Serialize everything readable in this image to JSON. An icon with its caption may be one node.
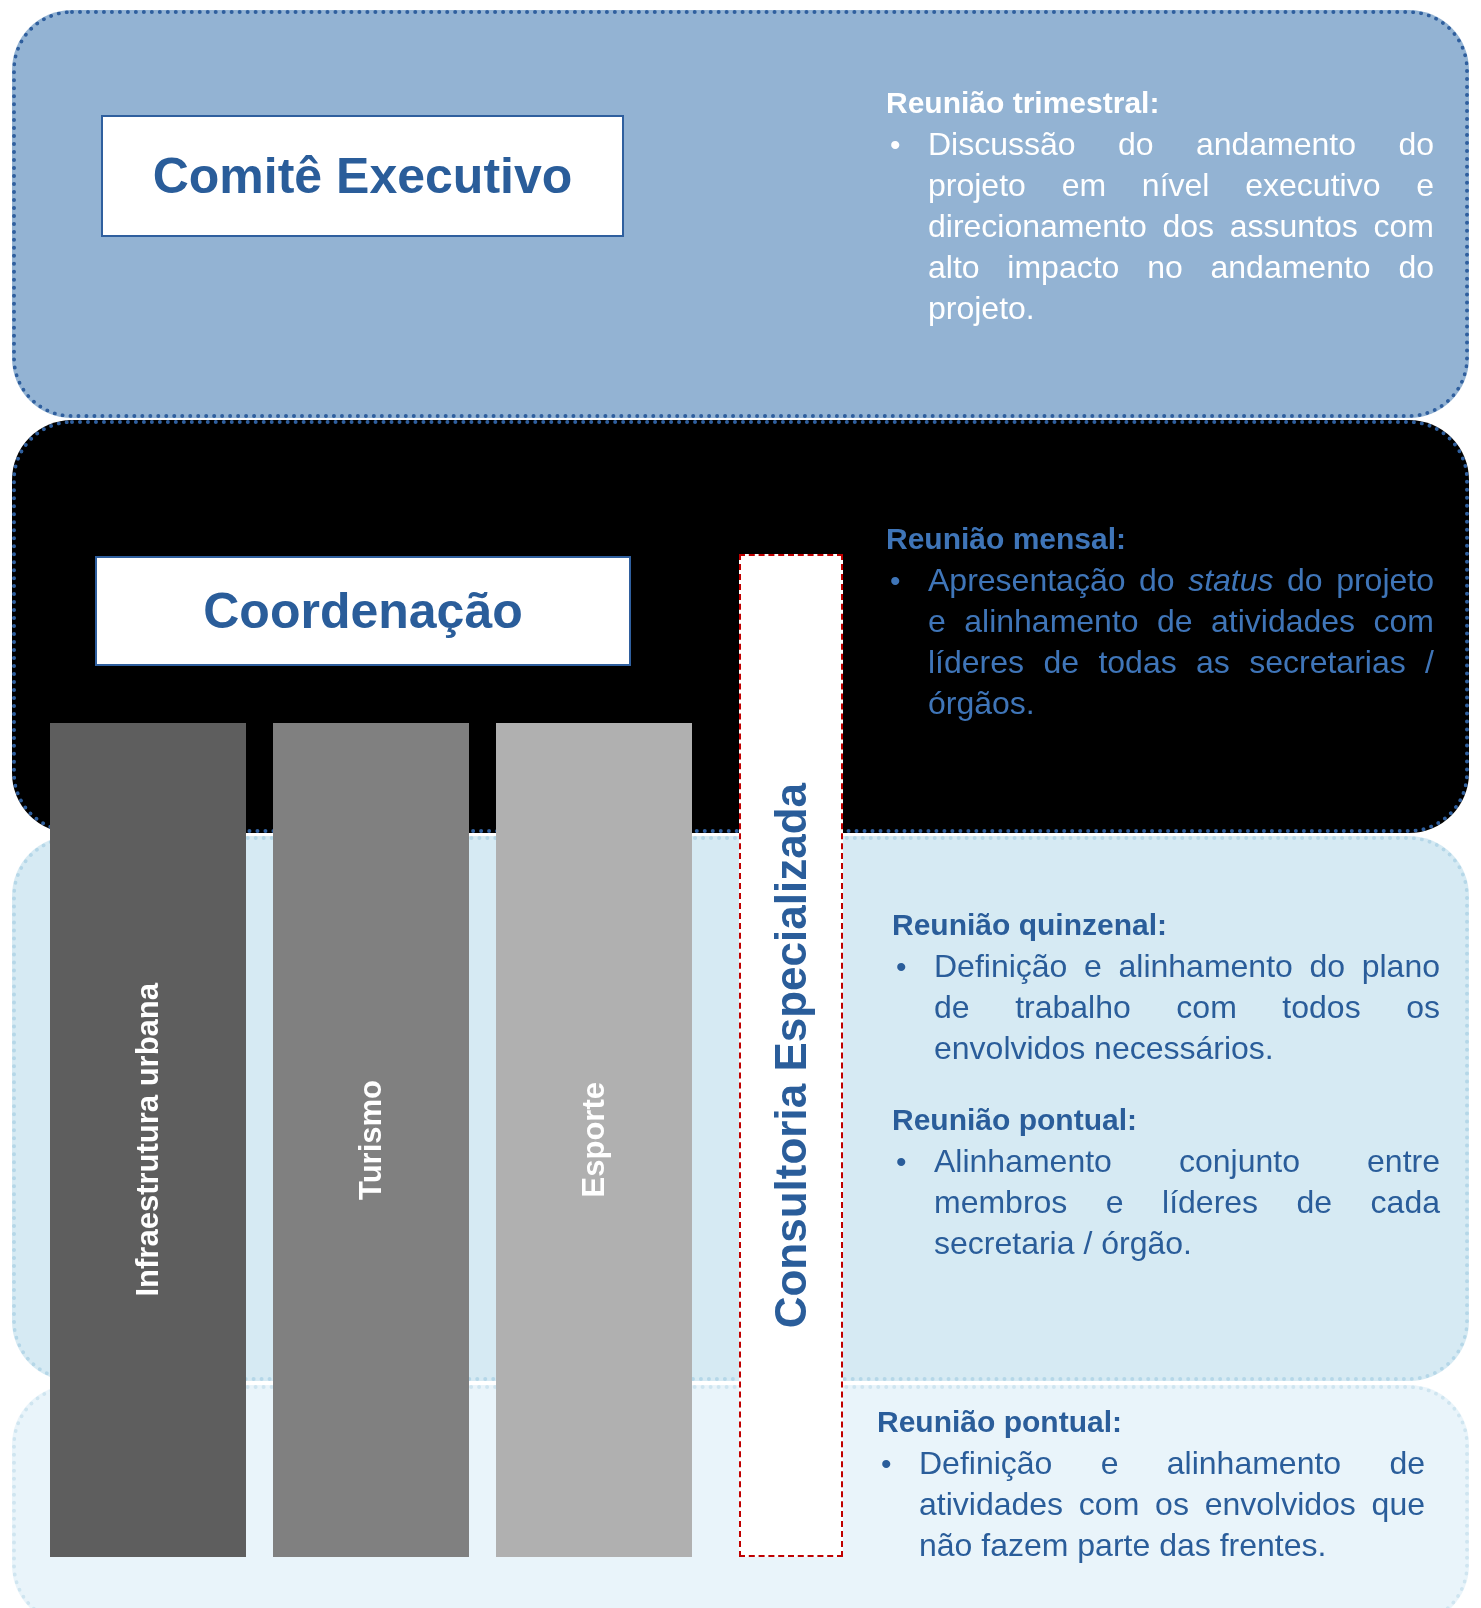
{
  "diagram": {
    "nodes": [
      {
        "text": [
          "Reunião trimestral:",
          "•",
          "Discussão do andamento do projeto em nível executivo e direcionamento dos assuntos com alto impacto no andamento do projeto."
        ]
      },
      {
        "text": [
          "Comitê Executivo"
        ],
        "in": 0
      },
      {
        "text": [
          "Reunião mensal:",
          "•",
          "Apresentação do *status* do projeto e alinhamento de atividades com líderes de todas as secretarias / órgãos."
        ]
      },
      {
        "text": [
          "Coordenação"
        ],
        "in": 2
      },
      {
        "text": [
          "Reunião quinzenal:",
          "•",
          "Definição e alinhamento do plano de trabalho com todos os envolvidos necessários.",
          "Reunião pontual:",
          "•",
          "Alinhamento conjunto entre membros e líderes de cada secretaria / órgão."
        ]
      },
      {
        "text": [
          "Reunião pontual:",
          "•",
          "Definição e alinhamento de atividades com os envolvidos que não fazem parte das frentes."
        ]
      },
      {
        "text": [
          "Infraestrutura urbana"
        ]
      },
      {
        "text": [
          "Turismo"
        ]
      },
      {
        "text": [
          "Esporte"
        ]
      },
      {
        "text": [
          "Consultoria Especializada"
        ]
      }
    ]
  }
}
